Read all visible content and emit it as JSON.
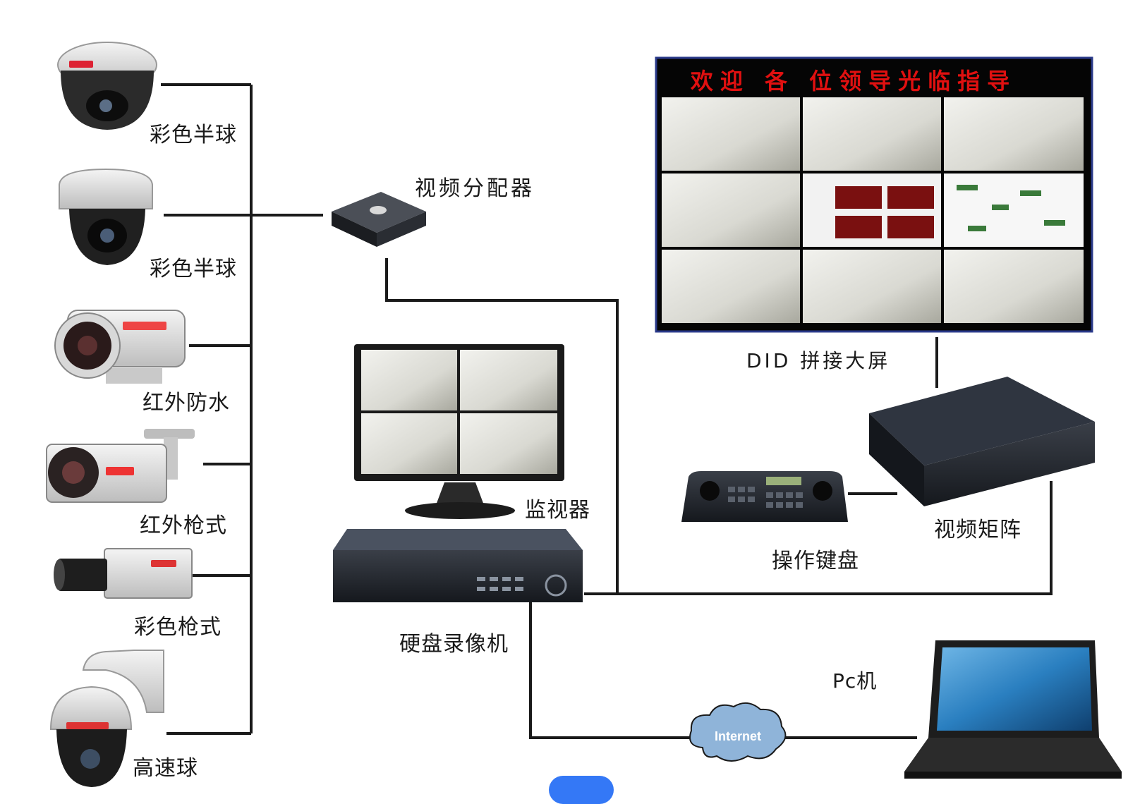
{
  "labels": {
    "cam1": "彩色半球",
    "cam2": "彩色半球",
    "cam3": "红外防水",
    "cam4": "红外枪式",
    "cam5": "彩色枪式",
    "cam6": "高速球",
    "distributor": "视频分配器",
    "monitor": "监视器",
    "dvr": "硬盘录像机",
    "videowall": "DID 拼接大屏",
    "matrix": "视频矩阵",
    "keyboard": "操作键盘",
    "pc": "Pc机",
    "internet": "Internet"
  },
  "videowall_banner": "欢迎 各 位领导光临指导",
  "colors": {
    "wire": "#1a1a1a",
    "banner_text": "#e01010",
    "cloud": "#8fb4d9",
    "accent_pill": "#3478f6"
  }
}
